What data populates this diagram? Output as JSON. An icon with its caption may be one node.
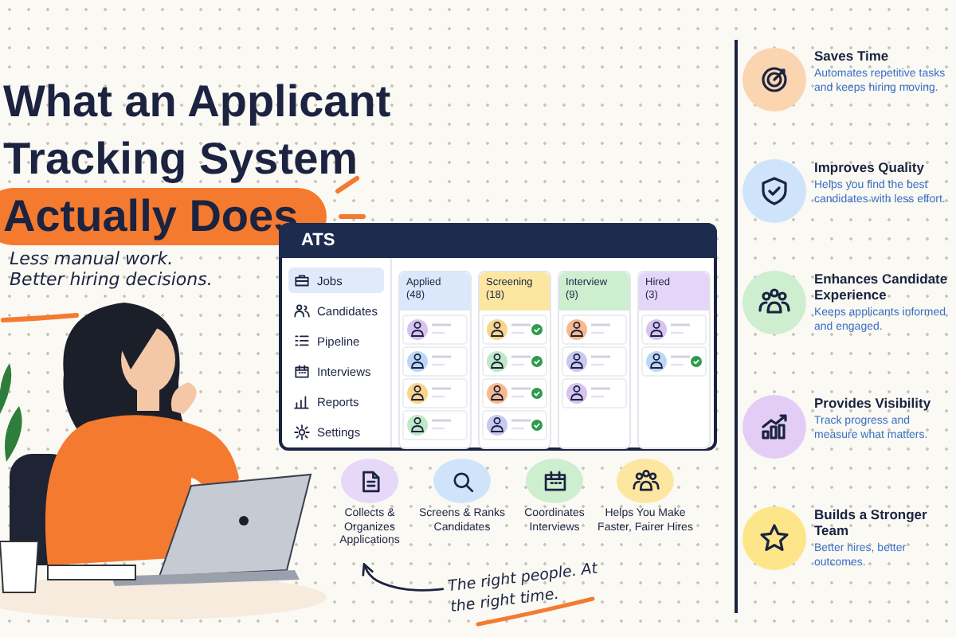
{
  "diagram": {
    "title": "What an Applicant Tracking System Actually Does",
    "nodes": [
      {
        "text": [
          "ATS"
        ]
      },
      {
        "text": [
          "Jobs"
        ],
        "in": 0
      },
      {
        "text": [
          "Candidates"
        ],
        "in": 0
      },
      {
        "text": [
          "Pipeline"
        ],
        "in": 0
      },
      {
        "text": [
          "Interviews"
        ],
        "in": 0
      },
      {
        "text": [
          "Reports"
        ],
        "in": 0
      },
      {
        "text": [
          "Settings"
        ],
        "in": 0
      },
      {
        "text": [
          "Applied",
          "(48)"
        ],
        "in": 0
      },
      {
        "text": [
          "Screening",
          "(18)"
        ],
        "in": 0
      },
      {
        "text": [
          "Interview",
          "(9)"
        ],
        "in": 0
      },
      {
        "text": [
          "Hired",
          "(3)"
        ],
        "in": 0
      },
      {
        "text": [
          "Collects & Organizes Applications"
        ]
      },
      {
        "text": [
          "Screens & Ranks Candidates"
        ]
      },
      {
        "text": [
          "Coordinates Interviews"
        ]
      },
      {
        "text": [
          "Helps You Make Faster, Fairer Hires"
        ]
      },
      {
        "text": [
          "The right people. At the right time."
        ]
      },
      {
        "text": [
          "Saves Time",
          "Automates repetitive tasks and keeps hiring moving."
        ]
      },
      {
        "text": [
          "Improves Quality",
          "Helps you find the best candidates with less effort."
        ]
      },
      {
        "text": [
          "Enhances Candidate Experience",
          "Keeps applicants informed and engaged."
        ]
      },
      {
        "text": [
          "Provides Visibility",
          "Track progress and measure what matters."
        ]
      },
      {
        "text": [
          "Builds a Stronger Team",
          "Better hires, better outcomes."
        ]
      }
    ],
    "edges": [
      {
        "from": 15,
        "to": 11,
        "arrow": "to"
      }
    ],
    "labels": [
      "Less manual work. Better hiring decisions."
    ]
  }
}
